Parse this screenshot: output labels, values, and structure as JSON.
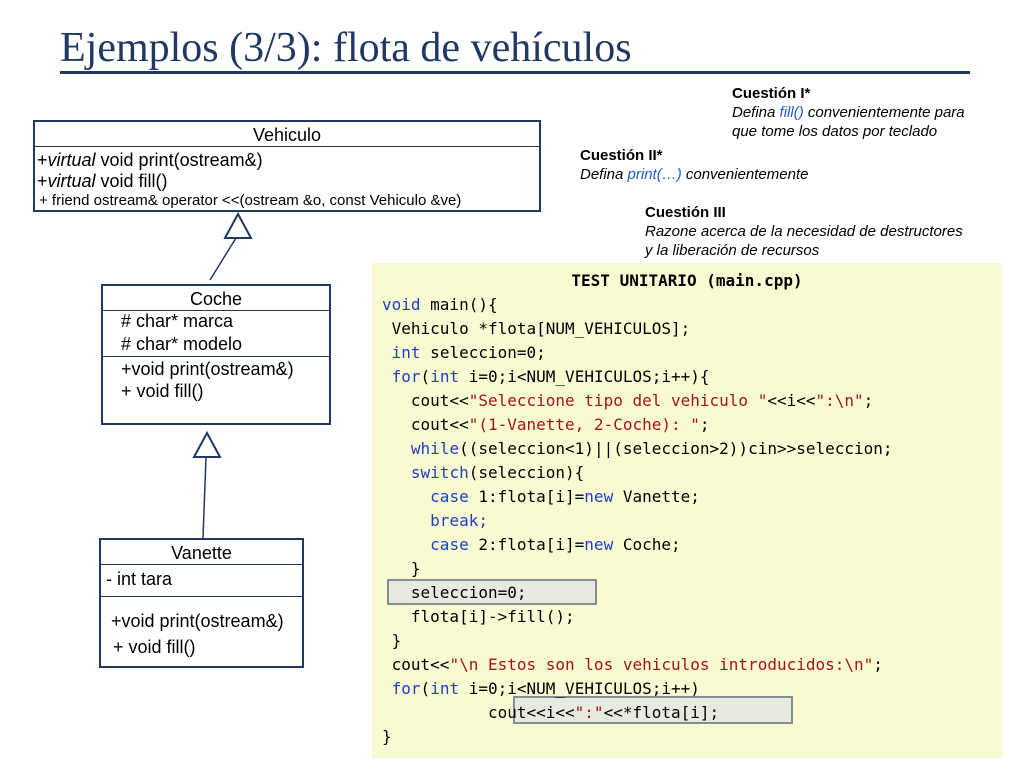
{
  "slide": {
    "title": "Ejemplos (3/3): flota de vehículos"
  },
  "questions": [
    {
      "head": "Cuestión I*",
      "body_pre": "Defina ",
      "body_kw": "fill()",
      "body_post": " convenientemente para",
      "body2": "que tome los datos por teclado"
    },
    {
      "head": "Cuestión II*",
      "body_pre": "Defina ",
      "body_kw": "print(…)",
      "body_post": " convenientemente"
    },
    {
      "head": "Cuestión III",
      "body1": "Razone acerca de la necesidad de destructores",
      "body2": "y la liberación de recursos"
    }
  ],
  "uml": {
    "vehiculo": {
      "name": "Vehiculo",
      "m1_pre": "+",
      "m1_virtual": "virtual",
      "m1_post": " void print(ostream&)",
      "m2_pre": "+",
      "m2_virtual": "virtual",
      "m2_post": " void fill()",
      "m3": "+ friend ostream& operator <<(ostream &o, const Vehiculo &ve)"
    },
    "coche": {
      "name": "Coche",
      "attr1": "# char* marca",
      "attr2": "# char* modelo",
      "m1": "+void print(ostream&)",
      "m2": "+ void fill()"
    },
    "vanette": {
      "name": "Vanette",
      "attr1": "- int tara",
      "m1": "+void print(ostream&)",
      "m2": "+ void fill()"
    }
  },
  "code": {
    "title": "TEST UNITARIO (main.cpp)",
    "lines": [
      [
        {
          "t": "void",
          "c": "k"
        },
        {
          "t": " main(){",
          "c": ""
        }
      ],
      [
        {
          "t": " Vehiculo *flota[NUM_VEHICULOS];",
          "c": ""
        }
      ],
      [
        {
          "t": " ",
          "c": ""
        },
        {
          "t": "int",
          "c": "k"
        },
        {
          "t": " seleccion=0;",
          "c": ""
        }
      ],
      [
        {
          "t": " ",
          "c": ""
        },
        {
          "t": "for",
          "c": "k"
        },
        {
          "t": "(",
          "c": ""
        },
        {
          "t": "int",
          "c": "k"
        },
        {
          "t": " i=0;i<NUM_VEHICULOS;i++){",
          "c": ""
        }
      ],
      [
        {
          "t": "   cout<<",
          "c": ""
        },
        {
          "t": "\"Seleccione tipo del vehiculo \"",
          "c": "s"
        },
        {
          "t": "<<i<<",
          "c": ""
        },
        {
          "t": "\":\\n\"",
          "c": "s"
        },
        {
          "t": ";",
          "c": ""
        }
      ],
      [
        {
          "t": "   cout<<",
          "c": ""
        },
        {
          "t": "\"(1-Vanette, 2-Coche): \"",
          "c": "s"
        },
        {
          "t": ";",
          "c": ""
        }
      ],
      [
        {
          "t": "   ",
          "c": ""
        },
        {
          "t": "while",
          "c": "k"
        },
        {
          "t": "((seleccion<1)||(seleccion>2))cin>>seleccion;",
          "c": ""
        }
      ],
      [
        {
          "t": "   ",
          "c": ""
        },
        {
          "t": "switch",
          "c": "k"
        },
        {
          "t": "(seleccion){",
          "c": ""
        }
      ],
      [
        {
          "t": "     ",
          "c": ""
        },
        {
          "t": "case",
          "c": "k"
        },
        {
          "t": " 1:flota[i]=",
          "c": ""
        },
        {
          "t": "new",
          "c": "k"
        },
        {
          "t": " Vanette;",
          "c": ""
        }
      ],
      [
        {
          "t": "     ",
          "c": ""
        },
        {
          "t": "break;",
          "c": "k"
        }
      ],
      [
        {
          "t": "     ",
          "c": ""
        },
        {
          "t": "case",
          "c": "k"
        },
        {
          "t": " 2:flota[i]=",
          "c": ""
        },
        {
          "t": "new",
          "c": "k"
        },
        {
          "t": " Coche;",
          "c": ""
        }
      ],
      [
        {
          "t": "   }",
          "c": ""
        }
      ],
      [
        {
          "t": "   seleccion=0;",
          "c": ""
        }
      ],
      [
        {
          "t": "   flota[i]->fill();",
          "c": ""
        }
      ],
      [
        {
          "t": " }",
          "c": ""
        }
      ],
      [
        {
          "t": " cout<<",
          "c": ""
        },
        {
          "t": "\"\\n Estos son los vehiculos introducidos:\\n\"",
          "c": "s"
        },
        {
          "t": ";",
          "c": ""
        }
      ],
      [
        {
          "t": " ",
          "c": ""
        },
        {
          "t": "for",
          "c": "k"
        },
        {
          "t": "(",
          "c": ""
        },
        {
          "t": "int",
          "c": "k"
        },
        {
          "t": " i=0;i<NUM_VEHICULOS;i++)",
          "c": ""
        }
      ],
      [
        {
          "t": "           cout<<i<<",
          "c": ""
        },
        {
          "t": "\":\"",
          "c": "s"
        },
        {
          "t": "<<*flota[i];",
          "c": ""
        }
      ],
      [
        {
          "t": "}",
          "c": ""
        }
      ]
    ]
  }
}
